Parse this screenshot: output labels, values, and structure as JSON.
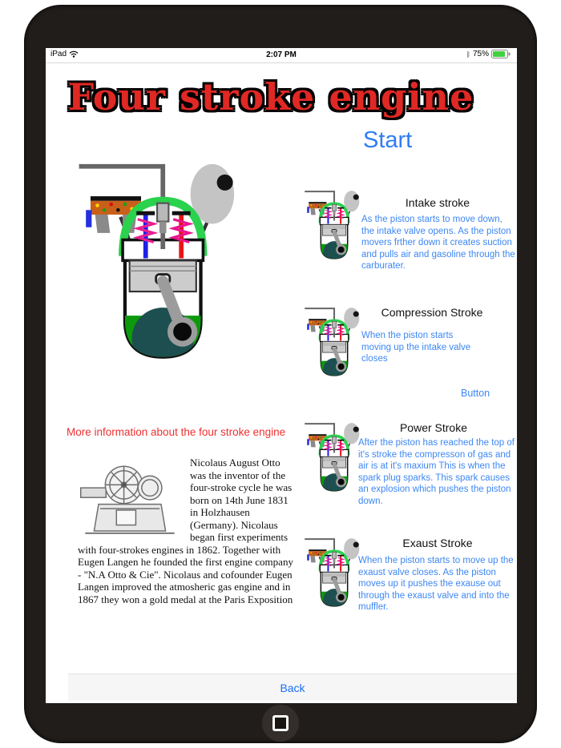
{
  "status_bar": {
    "carrier": "iPad",
    "time": "2:07 PM",
    "battery": "75%"
  },
  "title": "Four stroke engine",
  "start_label": "Start",
  "sections": {
    "intake": {
      "heading": "Intake stroke",
      "text": "As the piston starts to move down, the intake valve opens. As the piston movers frther down it creates suction and pulls air and gasoline through the carburater."
    },
    "compression": {
      "heading": "Compression Stroke",
      "text": "When the piston starts moving up the intake valve closes"
    },
    "button_label": "Button",
    "power": {
      "heading": "Power Stroke",
      "text": "After the piston has reached the top of it's stroke the compresson of gas and air is at it's maxium This is when the spark plug sparks. This spark causes an explosion which pushes the piston down."
    },
    "exaust": {
      "heading": "Exaust Stroke",
      "text": "When the piston starts to move up the exaust valve closes. As the piston moves up it pushes the exause out through the exaust valve and into the muffler."
    }
  },
  "more_info_heading": "More information about the four stroke engine",
  "otto_text": "Nicolaus August Otto was the inventor of the four-stroke cycle he was born on 14th June 1831 in Holzhausen (Germany). Nicolaus began first experiments with four-strokes engines in 1862. Together with Eugen Langen he founded the first engine company - \"N.A Otto & Cie\". Nicolaus and cofounder Eugen Langen improved the atmosheric gas engine and in 1867 they won a gold medal at the Paris Exposition",
  "back_label": "Back",
  "colors": {
    "accent_blue": "#2f7cf6",
    "body_blue": "#3d87f5",
    "title_red": "#e02824",
    "info_red": "#f03030",
    "back_blue": "#1a6ef5",
    "battery_green": "#3fd13f"
  }
}
